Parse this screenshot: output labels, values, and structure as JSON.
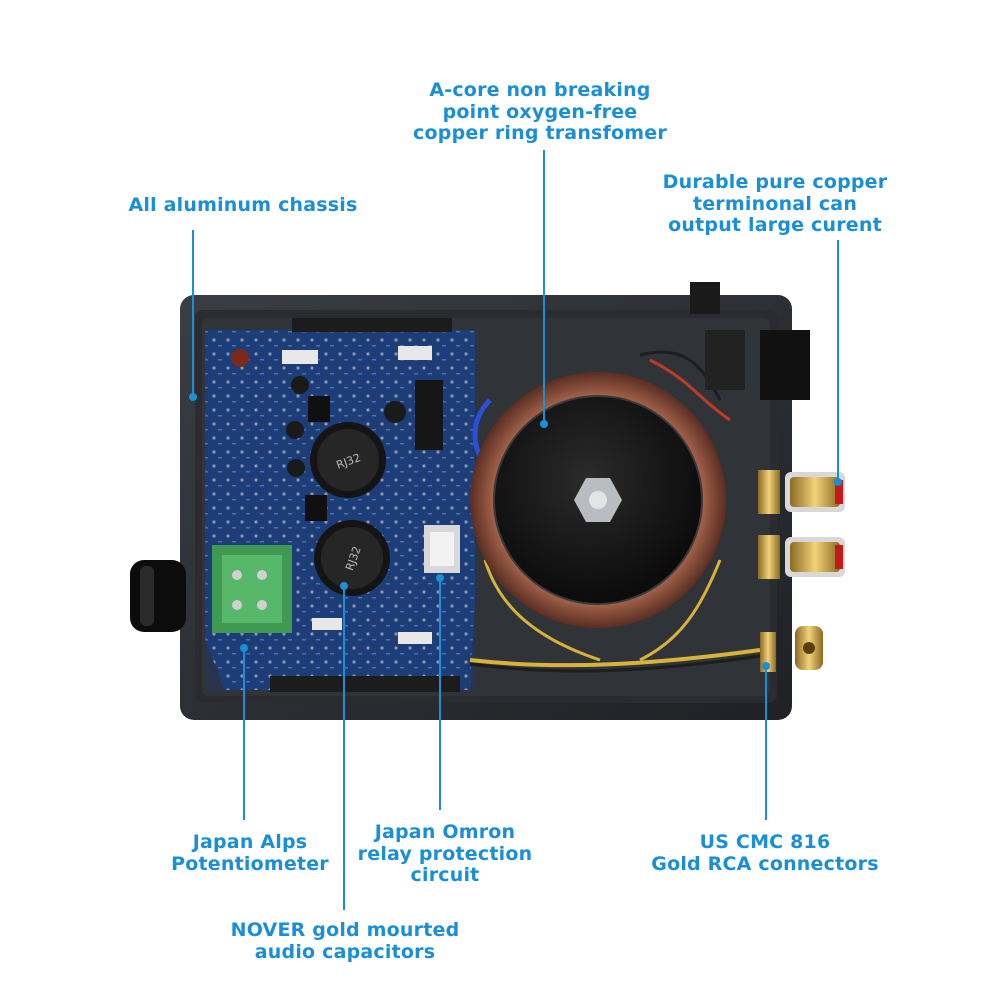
{
  "accent_color": "#1a8fd6",
  "callouts": {
    "chassis": "All aluminum chassis",
    "transformer": "A-core non breaking\npoint oxygen-free\ncopper ring transfomer",
    "terminal": "Durable pure copper\nterminonal can\noutput large curent",
    "potentiometer": "Japan Alps\nPotentiometer",
    "relay": "Japan Omron\nrelay protection\ncircuit",
    "rca": "US CMC 816\nGold RCA connectors",
    "capacitors": "NOVER gold mourted\naudio capacitors"
  },
  "board": {
    "capacitor_marking": "RJ32"
  }
}
